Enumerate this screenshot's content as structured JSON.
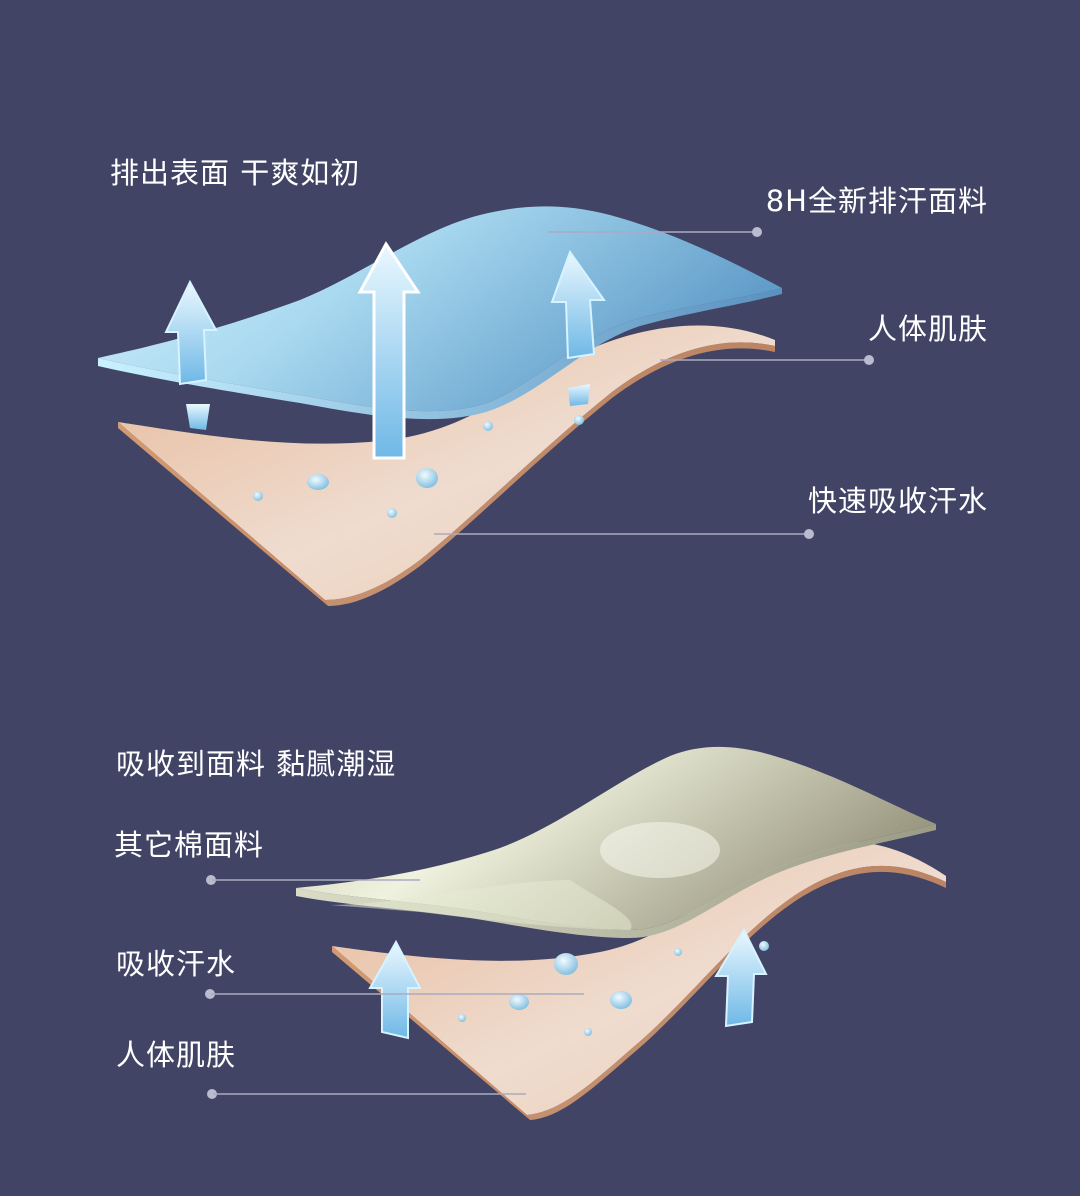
{
  "top_diagram": {
    "heading": "排出表面 干爽如初",
    "fabric_label": "8H全新排汗面料",
    "skin_label": "人体肌肤",
    "absorb_label": "快速吸收汗水",
    "colors": {
      "fabric": "#8cc6e6",
      "skin": "#e8cbb4",
      "arrow": "#9fd8f6"
    }
  },
  "bottom_diagram": {
    "heading": "吸收到面料 黏腻潮湿",
    "fabric_label": "其它棉面料",
    "absorb_label": "吸收汗水",
    "skin_label": "人体肌肤",
    "colors": {
      "fabric": "#d6d8c4",
      "skin": "#e8cbb4",
      "arrow": "#9fd8f6"
    }
  },
  "background_color": "#424466"
}
